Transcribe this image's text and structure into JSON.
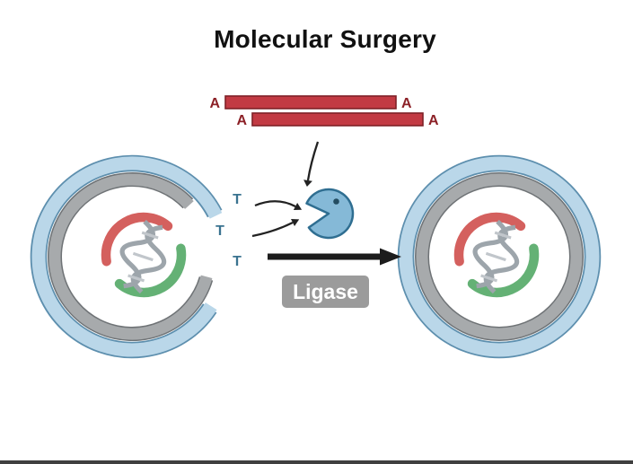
{
  "title": "Molecular Surgery",
  "ligase": {
    "label": "Ligase"
  },
  "fragments": {
    "top": {
      "left_label": "A",
      "right_label": "A"
    },
    "bottom": {
      "left_label": "A",
      "right_label": "A"
    }
  },
  "plasmid_left": {
    "t_labels": [
      "T",
      "T",
      "T"
    ]
  },
  "icons": {
    "watermark": "dna-helix-logo",
    "enzyme": "ligase-pacman-enzyme"
  },
  "colors": {
    "fragment_red": "#c23a43",
    "fragment_border": "#7f2127",
    "a_label": "#8c2127",
    "t_label": "#3a7390",
    "ring_blue": "#bad7e9",
    "ring_blue_border": "#5d8fae",
    "ring_gray": "#a7aaac",
    "ring_gray_border": "#6f7376",
    "enzyme_fill": "#85b9d7",
    "enzyme_border": "#2f6e91",
    "arrow_black": "#1c1c1c",
    "badge_gray": "#9b9b9b",
    "badge_text": "#ffffff",
    "watermark_red": "#cf4b48",
    "watermark_green": "#4fa763",
    "watermark_gray": "#9099a0",
    "title_color": "#111111"
  }
}
